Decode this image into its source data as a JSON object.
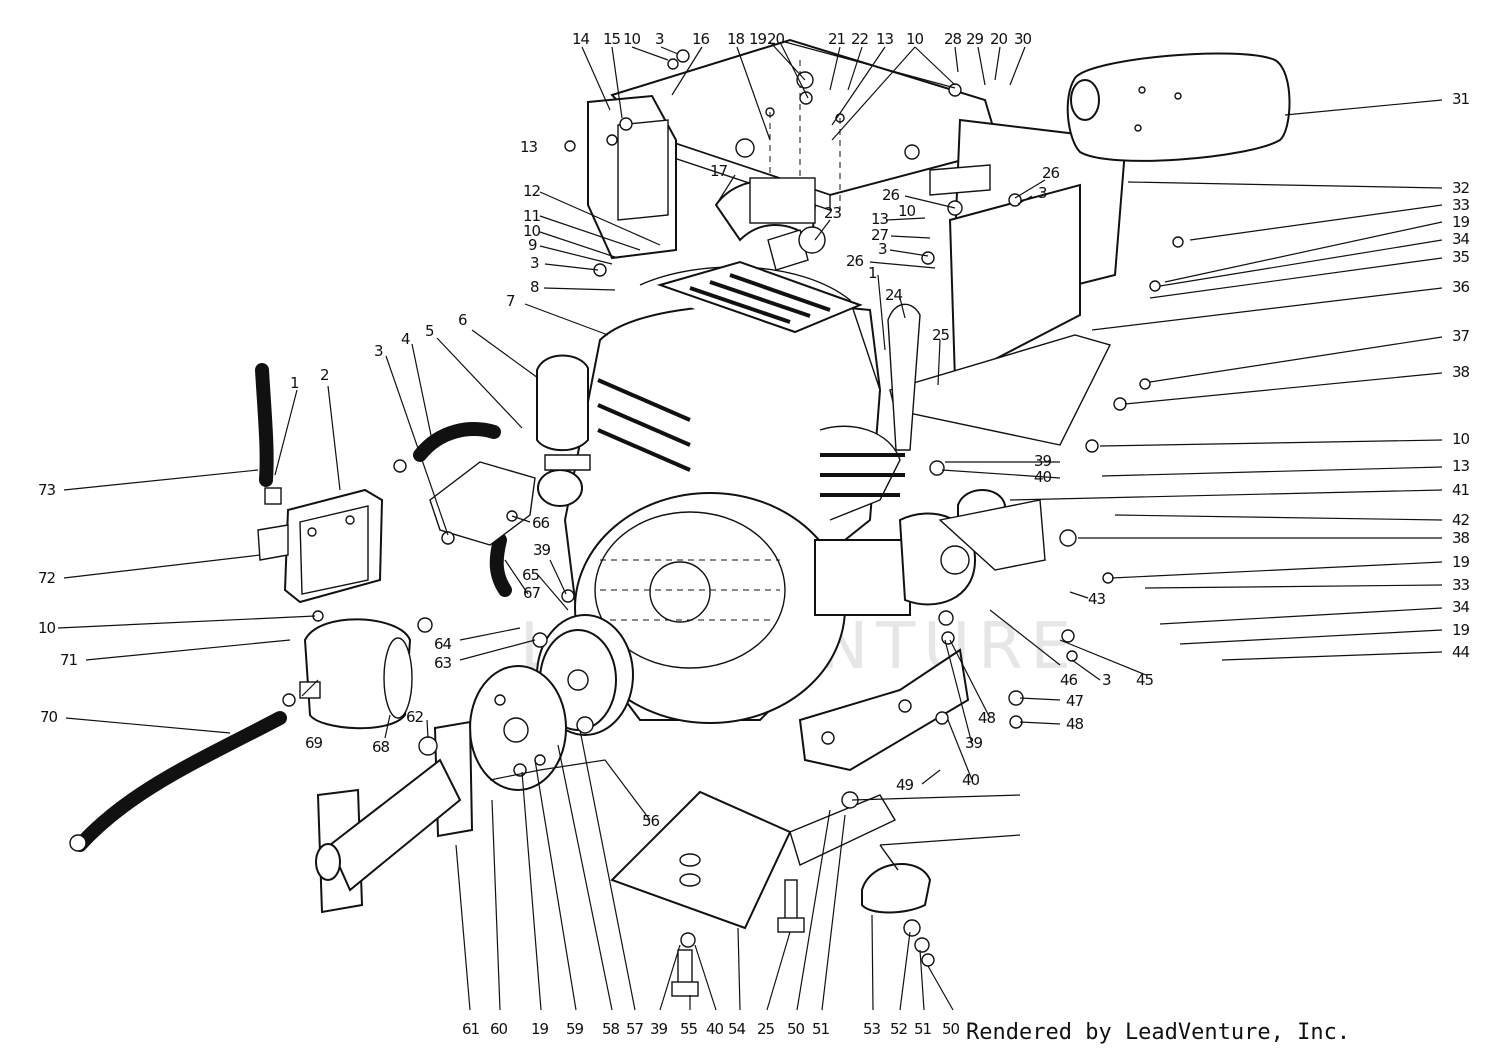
{
  "credit": "Rendered by LeadVenture, Inc.",
  "watermark": "LEADVENTURE",
  "callouts": [
    {
      "id": "c1",
      "text": "1"
    },
    {
      "id": "c2",
      "text": "2"
    },
    {
      "id": "c3",
      "text": "3"
    },
    {
      "id": "c4",
      "text": "4"
    },
    {
      "id": "c5",
      "text": "5"
    },
    {
      "id": "c6",
      "text": "6"
    },
    {
      "id": "c7",
      "text": "7"
    },
    {
      "id": "c8",
      "text": "8"
    },
    {
      "id": "c9",
      "text": "9"
    },
    {
      "id": "c10",
      "text": "10"
    },
    {
      "id": "c11",
      "text": "11"
    },
    {
      "id": "c12",
      "text": "12"
    },
    {
      "id": "c13",
      "text": "13"
    },
    {
      "id": "c14",
      "text": "14"
    },
    {
      "id": "c15",
      "text": "15"
    },
    {
      "id": "c16",
      "text": "16"
    },
    {
      "id": "c17",
      "text": "17"
    },
    {
      "id": "c18",
      "text": "18"
    },
    {
      "id": "c19",
      "text": "19"
    },
    {
      "id": "c20",
      "text": "20"
    },
    {
      "id": "c21",
      "text": "21"
    },
    {
      "id": "c22",
      "text": "22"
    },
    {
      "id": "c23",
      "text": "23"
    },
    {
      "id": "c24",
      "text": "24"
    },
    {
      "id": "c25",
      "text": "25"
    },
    {
      "id": "c26",
      "text": "26"
    },
    {
      "id": "c27",
      "text": "27"
    },
    {
      "id": "c28",
      "text": "28"
    },
    {
      "id": "c29",
      "text": "29"
    },
    {
      "id": "c30",
      "text": "30"
    },
    {
      "id": "c31",
      "text": "31"
    },
    {
      "id": "c32",
      "text": "32"
    },
    {
      "id": "c33",
      "text": "33"
    },
    {
      "id": "c34",
      "text": "34"
    },
    {
      "id": "c35",
      "text": "35"
    },
    {
      "id": "c36",
      "text": "36"
    },
    {
      "id": "c37",
      "text": "37"
    },
    {
      "id": "c38",
      "text": "38"
    },
    {
      "id": "c39",
      "text": "39"
    },
    {
      "id": "c40",
      "text": "40"
    },
    {
      "id": "c41",
      "text": "41"
    },
    {
      "id": "c42",
      "text": "42"
    },
    {
      "id": "c43",
      "text": "43"
    },
    {
      "id": "c44",
      "text": "44"
    },
    {
      "id": "c45",
      "text": "45"
    },
    {
      "id": "c46",
      "text": "46"
    },
    {
      "id": "c47",
      "text": "47"
    },
    {
      "id": "c48",
      "text": "48"
    },
    {
      "id": "c49",
      "text": "49"
    },
    {
      "id": "c50",
      "text": "50"
    },
    {
      "id": "c51",
      "text": "51"
    },
    {
      "id": "c52",
      "text": "52"
    },
    {
      "id": "c53",
      "text": "53"
    },
    {
      "id": "c54",
      "text": "54"
    },
    {
      "id": "c55",
      "text": "55"
    },
    {
      "id": "c56",
      "text": "56"
    },
    {
      "id": "c57",
      "text": "57"
    },
    {
      "id": "c58",
      "text": "58"
    },
    {
      "id": "c59",
      "text": "59"
    },
    {
      "id": "c60",
      "text": "60"
    },
    {
      "id": "c61",
      "text": "61"
    },
    {
      "id": "c62",
      "text": "62"
    },
    {
      "id": "c63",
      "text": "63"
    },
    {
      "id": "c64",
      "text": "64"
    },
    {
      "id": "c65",
      "text": "65"
    },
    {
      "id": "c66",
      "text": "66"
    },
    {
      "id": "c67",
      "text": "67"
    },
    {
      "id": "c68",
      "text": "68"
    },
    {
      "id": "c69",
      "text": "69"
    },
    {
      "id": "c70",
      "text": "70"
    },
    {
      "id": "c71",
      "text": "71"
    },
    {
      "id": "c72",
      "text": "72"
    },
    {
      "id": "c73",
      "text": "73"
    }
  ]
}
